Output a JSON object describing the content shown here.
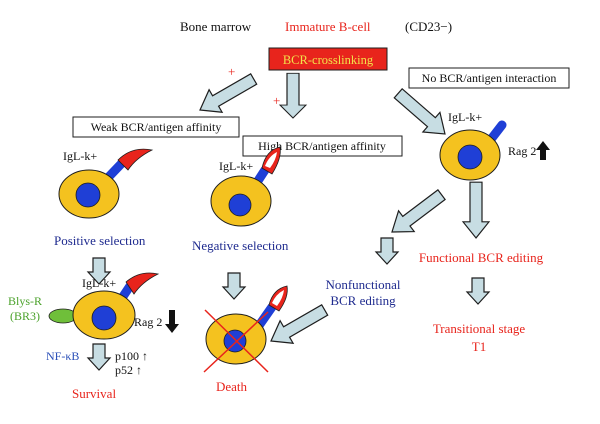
{
  "header": {
    "left": "Bone marrow",
    "center": "Immature B-cell",
    "right": "(CD23−)",
    "crosslinking": "BCR-crosslinking"
  },
  "boxes": {
    "no_interaction": "No BCR/antigen interaction",
    "weak": "Weak BCR/antigen affinity",
    "high": "High BCR/antigen affinity"
  },
  "signs": {
    "plus": "+",
    "minus": "−"
  },
  "cell_labels": {
    "igl": "IgL-k+",
    "rag2": "Rag 2"
  },
  "outcomes": {
    "positive_selection": "Positive selection",
    "negative_selection": "Negative selection",
    "functional_editing": "Functional BCR editing",
    "nonfunctional_editing_1": "Nonfunctional",
    "nonfunctional_editing_2": "BCR editing",
    "death": "Death",
    "survival": "Survival",
    "transitional_1": "Transitional stage",
    "transitional_2": "T1"
  },
  "survival_factors": {
    "blys_1": "Blys-R",
    "blys_2": "(BR3)",
    "nfkb": "NF-κB",
    "p100": "p100 ↑",
    "p52": "p52 ↑"
  },
  "colors": {
    "red_text": "#e8241c",
    "blue_text": "#1f2b8f",
    "crosslink_fill": "#e8241c",
    "crosslink_text": "#f2e24a",
    "cell_fill": "#f4c21f",
    "nucleus": "#1f3fd6",
    "arrow_fill": "#c7dde3",
    "arrow_stroke": "#1e1e1e",
    "receptor_blue": "#1f3fd6",
    "receptor_red": "#e8241c",
    "blys_green": "#6fbf3a"
  }
}
